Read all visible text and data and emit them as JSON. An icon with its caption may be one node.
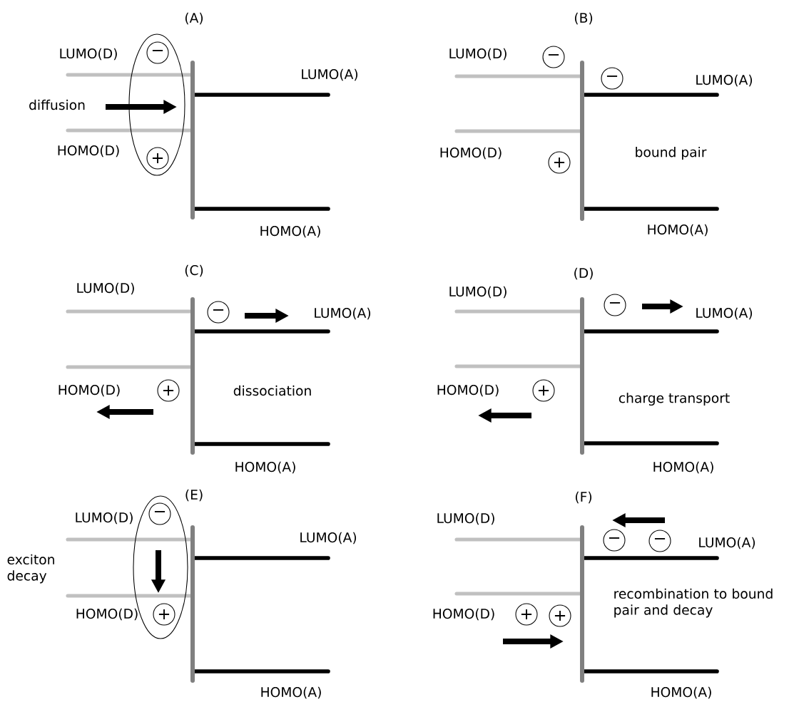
{
  "diagram": {
    "nodes": [
      {
        "text": [],
        "shape": "ellipse"
      },
      {
        "text": [
          "−"
        ],
        "in": 0
      },
      {
        "text": [
          "+"
        ],
        "in": 0
      },
      {
        "text": [
          "−"
        ]
      },
      {
        "text": [
          "−"
        ]
      },
      {
        "text": [
          "+"
        ]
      },
      {
        "text": [
          "−"
        ]
      },
      {
        "text": [
          "+"
        ]
      },
      {
        "text": [
          "−"
        ]
      },
      {
        "text": [
          "+"
        ]
      },
      {
        "text": [],
        "shape": "ellipse"
      },
      {
        "text": [
          "−"
        ],
        "in": 10
      },
      {
        "text": [
          "+"
        ],
        "in": 10
      },
      {
        "text": [
          "−"
        ]
      },
      {
        "text": [
          "−"
        ]
      },
      {
        "text": [
          "+"
        ]
      },
      {
        "text": [
          "+"
        ]
      }
    ],
    "labels": [
      "(A)",
      "LUMO(D)",
      "LUMO(A)",
      "diffusion",
      "HOMO(D)",
      "HOMO(A)",
      "(B)",
      "LUMO(D)",
      "LUMO(A)",
      "HOMO(D)",
      "bound pair",
      "HOMO(A)",
      "(C)",
      "LUMO(D)",
      "LUMO(A)",
      "HOMO(D)",
      "dissociation",
      "HOMO(A)",
      "(D)",
      "LUMO(D)",
      "LUMO(A)",
      "HOMO(D)",
      "charge transport",
      "HOMO(A)",
      "(E)",
      "LUMO(D)",
      "LUMO(A)",
      "exciton decay",
      "HOMO(D)",
      "HOMO(A)",
      "(F)",
      "LUMO(D)",
      "LUMO(A)",
      "recombination to bound pair and decay",
      "HOMO(D)",
      "HOMO(A)"
    ]
  }
}
